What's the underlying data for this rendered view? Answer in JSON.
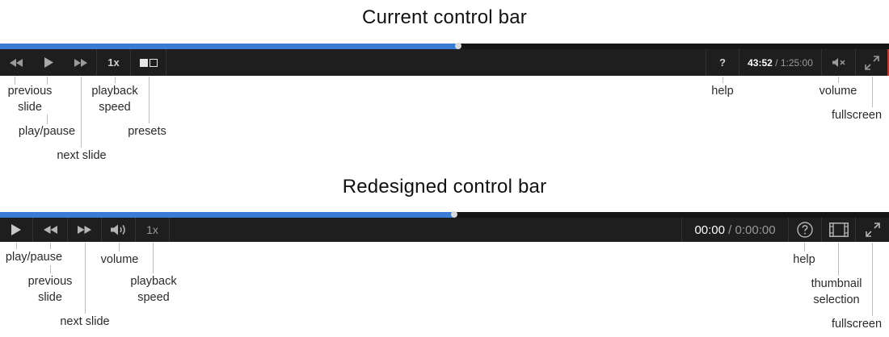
{
  "current": {
    "title": "Current control bar",
    "progress_fraction": 0.515,
    "speed_label": "1x",
    "help_label": "?",
    "time_current": "43:52",
    "time_separator": " / ",
    "time_total": "1:25:00",
    "icons": {
      "rewind": "rewind-icon",
      "play": "play-icon",
      "forward": "fast-forward-icon",
      "presets": "presets-icon",
      "volume": "volume-muted-icon",
      "fullscreen": "fullscreen-icon"
    },
    "annotations": {
      "previous_slide": [
        "previous",
        "slide"
      ],
      "play_pause": "play/pause",
      "next_slide": "next slide",
      "playback_speed": [
        "playback",
        "speed"
      ],
      "presets": "presets",
      "help": "help",
      "volume": "volume",
      "fullscreen": "fullscreen"
    }
  },
  "redesigned": {
    "title": "Redesigned control bar",
    "progress_fraction": 0.511,
    "speed_label": "1x",
    "time_current": "00:00",
    "time_separator": " / ",
    "time_total": "0:00:00",
    "icons": {
      "play": "play-icon",
      "rewind": "rewind-icon",
      "forward": "fast-forward-icon",
      "volume": "volume-icon",
      "help": "help-circle-icon",
      "thumbnail": "film-strip-icon",
      "fullscreen": "fullscreen-icon"
    },
    "annotations": {
      "play_pause": "play/pause",
      "previous_slide": [
        "previous",
        "slide"
      ],
      "next_slide": "next slide",
      "volume": "volume",
      "playback_speed": [
        "playback",
        "speed"
      ],
      "help": "help",
      "thumbnail_selection": [
        "thumbnail",
        "selection"
      ],
      "fullscreen": "fullscreen"
    }
  },
  "colors": {
    "bar_background": "#1e1e1e",
    "progress_fill": "#3a7bd5",
    "icon_gray": "#9a9a9a",
    "leader_line": "#bdbdbd"
  }
}
